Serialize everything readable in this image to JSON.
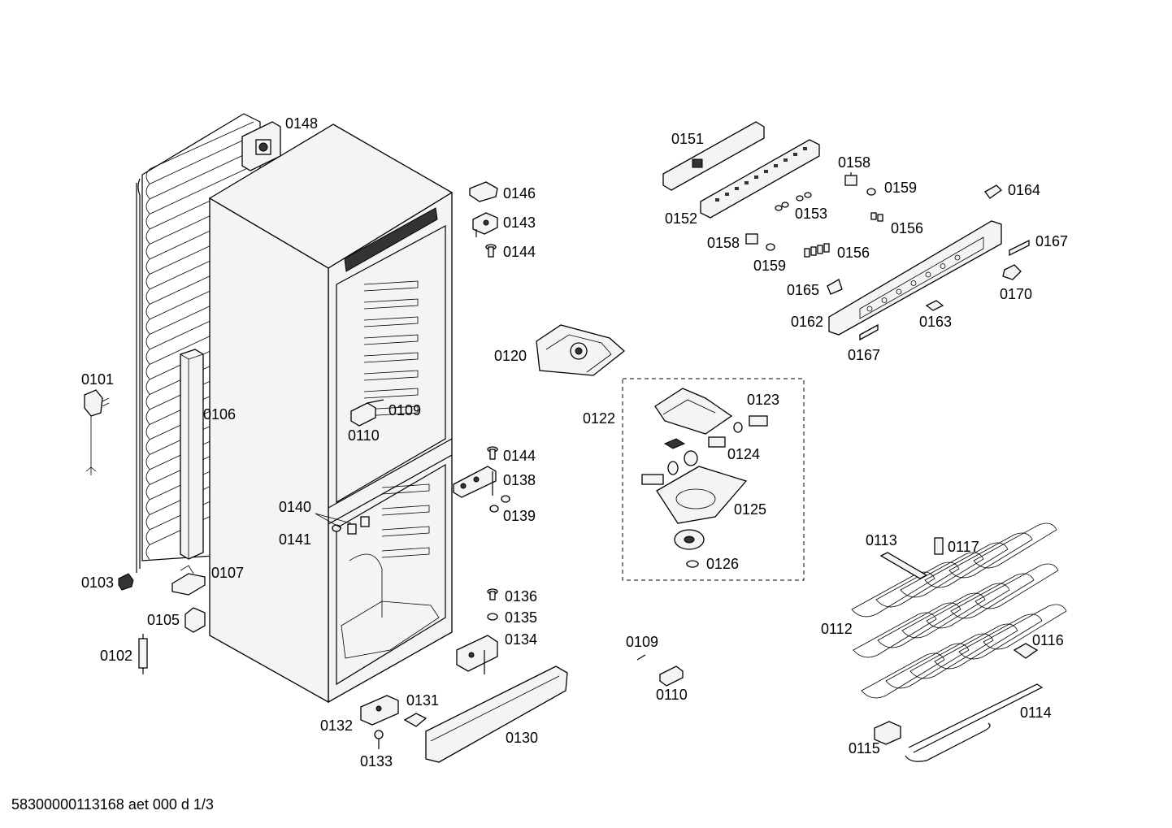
{
  "labels": {
    "p0148": "0148",
    "p0146": "0146",
    "p0143": "0143",
    "p0144a": "0144",
    "p0101": "0101",
    "p0106": "0106",
    "p0109a": "0109",
    "p0110a": "0110",
    "p0120": "0120",
    "p0144b": "0144",
    "p0138": "0138",
    "p0139": "0139",
    "p0140": "0140",
    "p0141": "0141",
    "p0103": "0103",
    "p0107": "0107",
    "p0105": "0105",
    "p0102": "0102",
    "p0136": "0136",
    "p0135": "0135",
    "p0134": "0134",
    "p0131": "0131",
    "p0132": "0132",
    "p0130": "0130",
    "p0133": "0133",
    "p0151": "0151",
    "p0152": "0152",
    "p0153": "0153",
    "p0158a": "0158",
    "p0159a": "0159",
    "p0156a": "0156",
    "p0158b": "0158",
    "p0159b": "0159",
    "p0156b": "0156",
    "p0164": "0164",
    "p0167a": "0167",
    "p0170": "0170",
    "p0165": "0165",
    "p0162": "0162",
    "p0163": "0163",
    "p0167b": "0167",
    "p0122": "0122",
    "p0123": "0123",
    "p0124": "0124",
    "p0125": "0125",
    "p0126": "0126",
    "p0113": "0113",
    "p0117": "0117",
    "p0112": "0112",
    "p0116": "0116",
    "p0114": "0114",
    "p0115": "0115",
    "p0109b": "0109",
    "p0110b": "0110"
  },
  "footer": {
    "doc_id": "58300000113168 aet 000 d 1/3"
  },
  "colors": {
    "line": "#000000",
    "background": "#ffffff",
    "part_fill": "#f4f4f4"
  }
}
